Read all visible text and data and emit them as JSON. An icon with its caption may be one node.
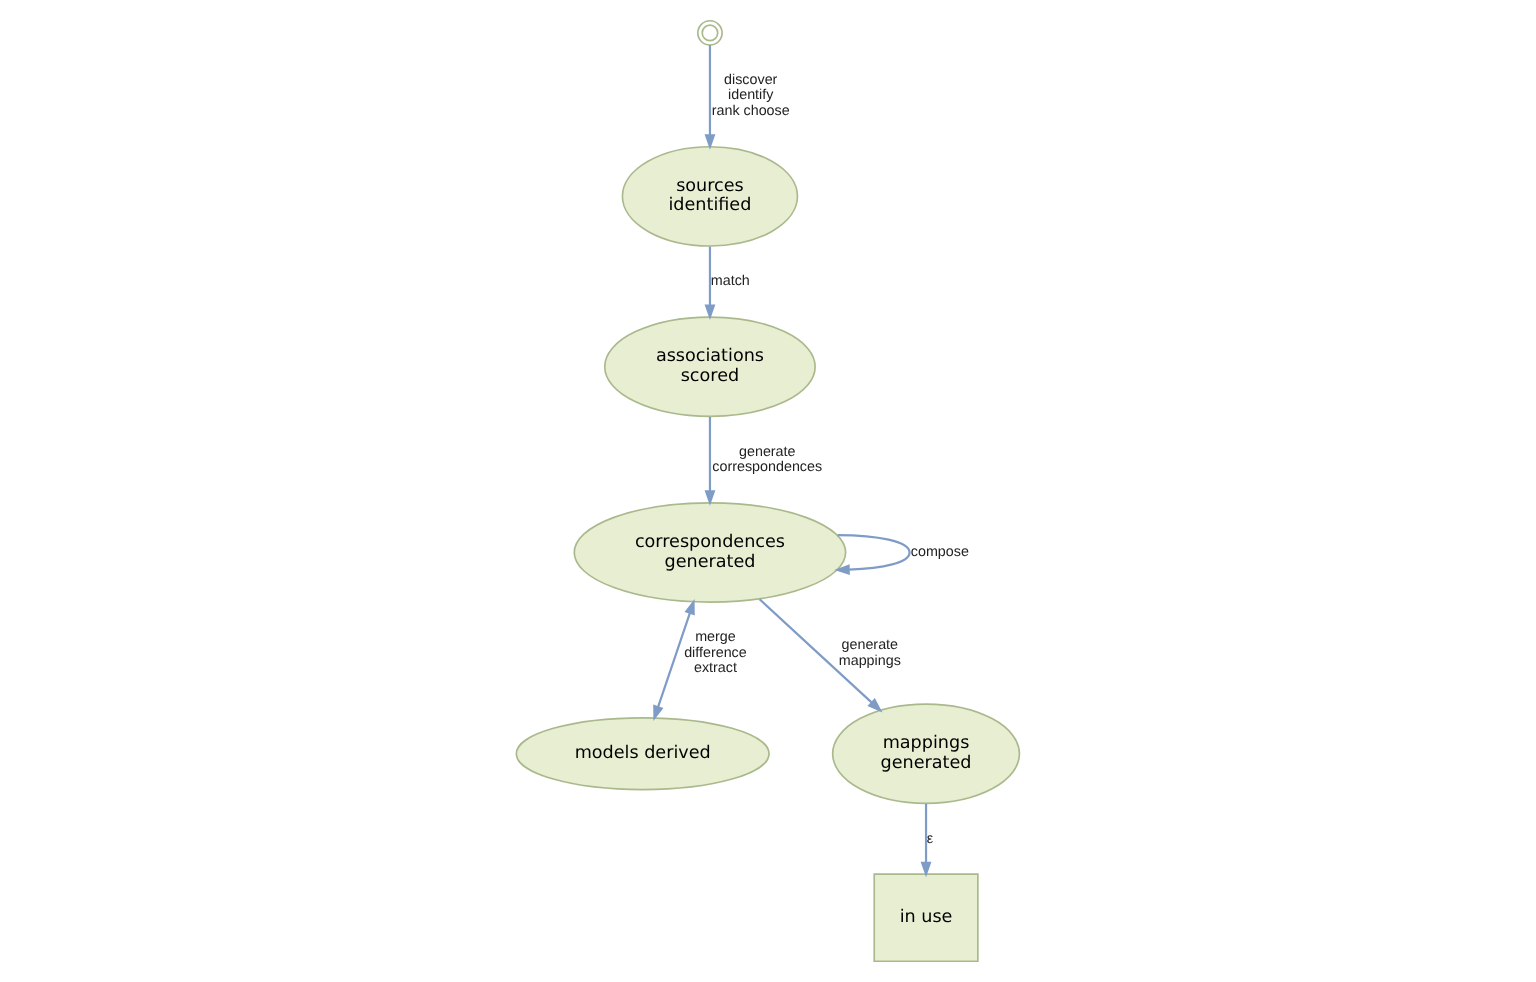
{
  "diagram": {
    "nodes": [
      {
        "text": [
          "sources identified"
        ]
      },
      {
        "text": [
          "correspondences generated"
        ]
      },
      {
        "text": [
          "associations scored"
        ]
      },
      {
        "text": [
          "models derived"
        ]
      },
      {
        "text": [
          "mappings generated"
        ]
      },
      {
        "text": [
          "in use"
        ]
      },
      {
        "text": [],
        "shape": "circle"
      }
    ],
    "edges": [
      {
        "from": 6,
        "to": 0,
        "arrow": "to",
        "label": "discover identify rank choose"
      },
      {
        "from": 0,
        "to": 2,
        "arrow": "to",
        "label": "match"
      },
      {
        "from": 2,
        "to": 1,
        "arrow": "to",
        "label": "generate correspondences"
      },
      {
        "from": 1,
        "to": 1,
        "arrow": "to",
        "label": "compose"
      },
      {
        "from": 1,
        "to": 3,
        "arrow": "both",
        "label": "merge difference extract"
      },
      {
        "from": 1,
        "to": 4,
        "arrow": "to",
        "label": "generate mappings"
      },
      {
        "from": 4,
        "to": 5,
        "arrow": "to",
        "label": "ε"
      }
    ]
  }
}
